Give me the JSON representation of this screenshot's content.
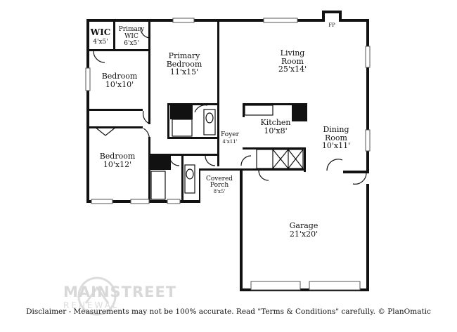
{
  "rooms": {
    "wic": {
      "name": "WIC",
      "dims": "4'x5'"
    },
    "primary_wic": {
      "name_line1": "Primary",
      "name_line2": "WIC",
      "dims": "6'x5'"
    },
    "primary_bedroom": {
      "name_line1": "Primary",
      "name_line2": "Bedroom",
      "dims": "11'x15'"
    },
    "bedroom_1": {
      "name": "Bedroom",
      "dims": "10'x10'"
    },
    "bedroom_2": {
      "name": "Bedroom",
      "dims": "10'x12'"
    },
    "living_room": {
      "name_line1": "Living",
      "name_line2": "Room",
      "dims": "25'x14'"
    },
    "kitchen": {
      "name": "Kitchen",
      "dims": "10'x8'"
    },
    "dining_room": {
      "name_line1": "Dining",
      "name_line2": "Room",
      "dims": "10'x11'"
    },
    "foyer": {
      "name": "Foyer",
      "dims": "4'x11'"
    },
    "covered_porch": {
      "name_line1": "Covered",
      "name_line2": "Porch",
      "dims": "8'x5'"
    },
    "garage": {
      "name": "Garage",
      "dims": "21'x20'"
    }
  },
  "fireplace_label": "FP",
  "logo": {
    "main": "MAINSTREET",
    "sub": "RENEWAL"
  },
  "disclaimer": "Disclaimer - Measurements may not be 100% accurate. Read \"Terms & Conditions\" carefully. © PlanOmatic"
}
